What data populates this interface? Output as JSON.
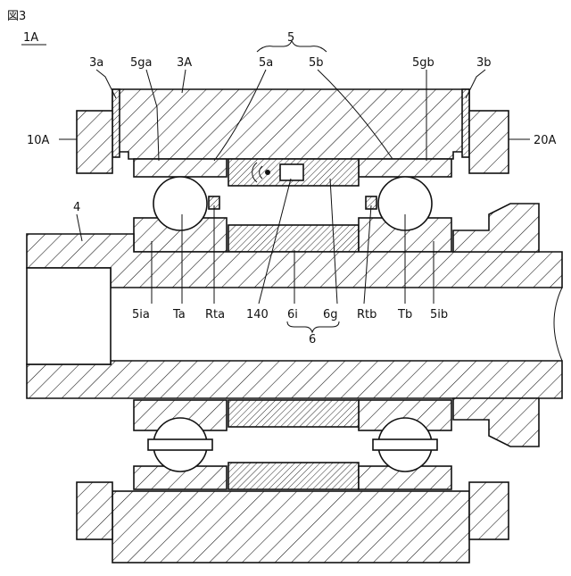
{
  "figure": {
    "number": "図3",
    "assembly_label": "1A"
  },
  "labels": {
    "n5": "5",
    "n5a": "5a",
    "n5b": "5b",
    "n3a": "3a",
    "n5ga": "5ga",
    "n3A": "3A",
    "n5gb": "5gb",
    "n3b": "3b",
    "n10A": "10A",
    "n20A": "20A",
    "n4": "4",
    "n5ia": "5ia",
    "nTa": "Ta",
    "nRta": "Rta",
    "n140": "140",
    "n6i": "6i",
    "n6g": "6g",
    "n6": "6",
    "nRtb": "Rtb",
    "nTb": "Tb",
    "n5ib": "5ib"
  }
}
